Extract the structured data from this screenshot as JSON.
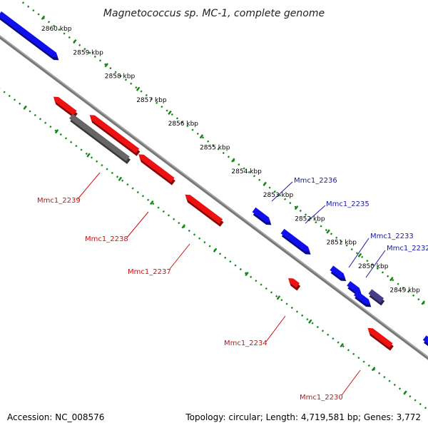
{
  "title": "Magnetococcus sp. MC-1, complete genome",
  "accession": "Accession: NC_008576",
  "topology": "Topology: circular; Length: 4,719,581 bp; Genes: 3,772",
  "colors": {
    "forward": "#1010ee",
    "reverse": "#ee1111",
    "rna": "#666666",
    "other": "#4a3a8a",
    "backbone": "#777777",
    "ticks": "#118811",
    "forward_label": "#1a1aaa",
    "reverse_label": "#cc1111"
  },
  "scale_ticks": [
    {
      "label": "2860 kbp"
    },
    {
      "label": "2859 kbp"
    },
    {
      "label": "2858 kbp"
    },
    {
      "label": "2857 kbp"
    },
    {
      "label": "2856 kbp"
    },
    {
      "label": "2855 kbp"
    },
    {
      "label": "2854 kbp"
    },
    {
      "label": "2853 kbp"
    },
    {
      "label": "2852 kbp"
    },
    {
      "label": "2851 kbp"
    },
    {
      "label": "2850 kbp"
    },
    {
      "label": "2849 kbp"
    }
  ],
  "gene_labels": [
    {
      "text": "Mmc1_2239",
      "strand": "reverse"
    },
    {
      "text": "Mmc1_2238",
      "strand": "reverse"
    },
    {
      "text": "Mmc1_2237",
      "strand": "reverse"
    },
    {
      "text": "Mmc1_2234",
      "strand": "reverse"
    },
    {
      "text": "Mmc1_2230",
      "strand": "reverse"
    },
    {
      "text": "Mmc1_2236",
      "strand": "forward"
    },
    {
      "text": "Mmc1_2235",
      "strand": "forward"
    },
    {
      "text": "Mmc1_2233",
      "strand": "forward"
    },
    {
      "text": "Mmc1_2232",
      "strand": "forward"
    }
  ]
}
